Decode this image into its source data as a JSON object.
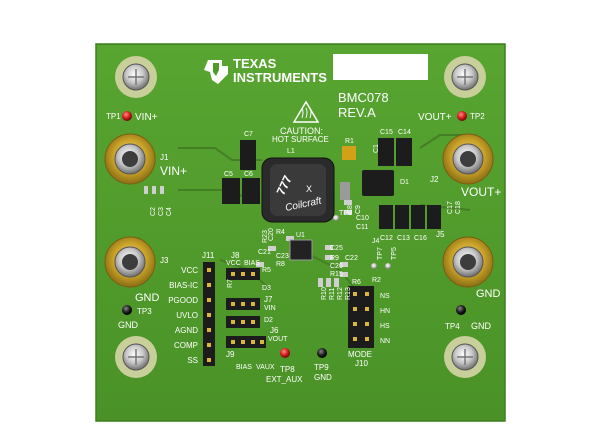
{
  "board": {
    "name": "BMC078",
    "revision": "REV.A",
    "manufacturer_line1": "TEXAS",
    "manufacturer_line2": "INSTRUMENTS",
    "caution_line1": "CAUTION:",
    "caution_line2": "HOT SURFACE",
    "inductor_code": "777",
    "inductor_brand": "Coilcraft",
    "inductor_mark": "X",
    "colors": {
      "pcb": "#4f9b2a",
      "pcb_edge": "#3d7f1f",
      "silkscreen": "#ffffff",
      "terminal_gold": "#c9a227",
      "testpoint_red": "#d81f1f"
    }
  },
  "power_terminals": {
    "j1": {
      "ref": "J1",
      "label": "VIN+"
    },
    "j2": {
      "ref": "J2",
      "label": "VOUT+"
    },
    "j3": {
      "ref": "J3",
      "label": "GND"
    },
    "j5": {
      "ref": "J5",
      "label": "GND"
    }
  },
  "test_points": {
    "tp1": {
      "ref": "TP1",
      "label": "VIN+"
    },
    "tp2": {
      "ref": "TP2",
      "label": "VOUT+"
    },
    "tp3": {
      "ref": "TP3",
      "label": "GND"
    },
    "tp4": {
      "ref": "TP4",
      "label": "GND"
    },
    "tp5": {
      "ref": "TP5"
    },
    "tp6": {
      "ref": "TP6"
    },
    "tp7": {
      "ref": "TP7"
    },
    "tp8": {
      "ref": "TP8",
      "label": "EXT_AUX"
    },
    "tp9": {
      "ref": "TP9",
      "label": "GND"
    }
  },
  "headers": {
    "j11": {
      "ref": "J11",
      "pins": [
        "VCC",
        "BIAS-IC",
        "PGOOD",
        "UVLO",
        "AGND",
        "COMP",
        "SS"
      ]
    },
    "j8": {
      "ref": "J8",
      "labels": [
        "VCC",
        "BIAS"
      ]
    },
    "j7": {
      "ref": "J7",
      "label": "VIN"
    },
    "j6": {
      "ref": "J6",
      "label": "VOUT"
    },
    "j9": {
      "ref": "J9",
      "labels": [
        "BIAS",
        "VAUX"
      ]
    },
    "j10": {
      "ref": "J10",
      "label": "MODE",
      "pins": [
        "NS",
        "HN",
        "HS",
        "NN"
      ]
    },
    "j4": {
      "ref": "J4"
    }
  },
  "components": {
    "u1": "U1",
    "l1": "L1",
    "d1": "D1",
    "d2": "D2",
    "d3": "D3",
    "c1": "C1",
    "c2": "C2",
    "c3": "C3",
    "c4": "C4",
    "c5": "C5",
    "c6": "C6",
    "c7": "C7",
    "c8": "C8",
    "c9": "C9",
    "c10": "C10",
    "c11": "C11",
    "c12": "C12",
    "c13": "C13",
    "c14": "C14",
    "c15": "C15",
    "c16": "C16",
    "c17": "C17",
    "c18": "C18",
    "c20": "C20",
    "c21": "C21",
    "c22": "C22",
    "c23": "C23",
    "c25": "C25",
    "c26": "C26",
    "r1": "R1",
    "r2": "R2",
    "r4": "R4",
    "r5": "R5",
    "r6": "R6",
    "r7": "R7",
    "r8": "R8",
    "r9": "R9",
    "r10": "R10",
    "r11": "R11",
    "r12": "R12",
    "r13": "R13",
    "r15": "R15",
    "r23": "R23"
  }
}
